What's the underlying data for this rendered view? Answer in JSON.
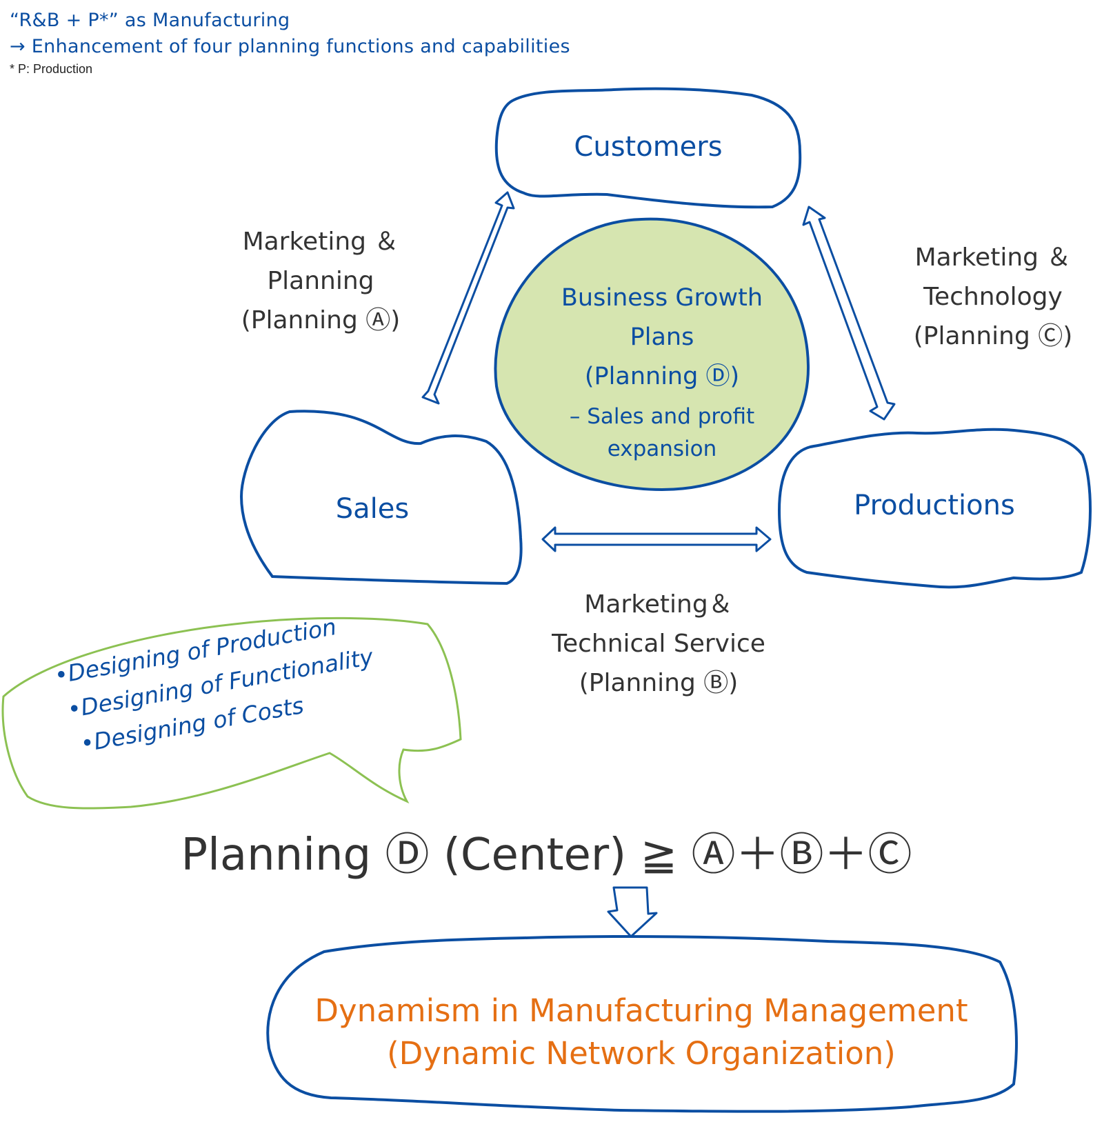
{
  "header": {
    "line1": "“R&B + P*” as Manufacturing",
    "line2": "→ Enhancement of four planning functions and capabilities",
    "footnote": "* P: Production"
  },
  "nodes": {
    "customers": "Customers",
    "sales": "Sales",
    "productions": "Productions"
  },
  "center": {
    "line1": "Business Growth",
    "line2": "Plans",
    "line3": "(Planning Ⓓ)",
    "line4": "– Sales and profit",
    "line5": "expansion"
  },
  "edges": {
    "a": {
      "line1": "Marketing ＆",
      "line2": "Planning",
      "line3": "(Planning Ⓐ)"
    },
    "b": {
      "line1": "Marketing＆",
      "line2": "Technical Service",
      "line3": "(Planning Ⓑ)"
    },
    "c": {
      "line1": "Marketing ＆",
      "line2": "Technology",
      "line3": "(Planning Ⓒ)"
    }
  },
  "bubble": {
    "items": [
      "•Designing of Production",
      "•Designing of Functionality",
      "•Designing of Costs"
    ]
  },
  "formula": "Planning Ⓓ (Center) ≧ Ⓐ＋Ⓑ＋Ⓒ",
  "outcome": {
    "line1": "Dynamism in Manufacturing Management",
    "line2": "(Dynamic Network Organization)"
  },
  "colors": {
    "blue": "#0b4ea2",
    "green_fill": "#d6e5b0",
    "bubble_stroke": "#8cc152",
    "orange": "#e56f13",
    "dark_text": "#333333"
  }
}
